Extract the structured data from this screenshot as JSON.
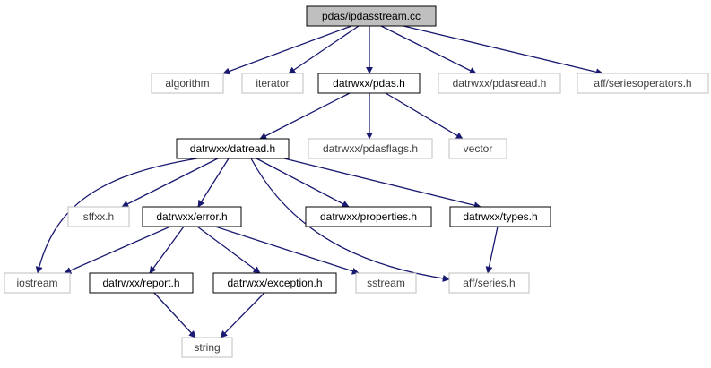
{
  "diagram": {
    "colors": {
      "edge": "#191970",
      "root_fill": "#bfbfbf",
      "local_border": "#000000",
      "system_border": "#bfbfbf",
      "system_text": "#3f3f3f",
      "text": "#000000"
    },
    "nodes": {
      "root": {
        "label": "pdas/ipdasstream.cc",
        "kind": "root"
      },
      "algorithm": {
        "label": "algorithm",
        "kind": "system"
      },
      "iterator": {
        "label": "iterator",
        "kind": "system"
      },
      "pdas_h": {
        "label": "datrwxx/pdas.h",
        "kind": "local"
      },
      "pdasread": {
        "label": "datrwxx/pdasread.h",
        "kind": "system"
      },
      "seriesops": {
        "label": "aff/seriesoperators.h",
        "kind": "system"
      },
      "datread": {
        "label": "datrwxx/datread.h",
        "kind": "local"
      },
      "pdasflags": {
        "label": "datrwxx/pdasflags.h",
        "kind": "system"
      },
      "vector": {
        "label": "vector",
        "kind": "system"
      },
      "sffxx": {
        "label": "sffxx.h",
        "kind": "system"
      },
      "error": {
        "label": "datrwxx/error.h",
        "kind": "local"
      },
      "properties": {
        "label": "datrwxx/properties.h",
        "kind": "local"
      },
      "types": {
        "label": "datrwxx/types.h",
        "kind": "local"
      },
      "iostream": {
        "label": "iostream",
        "kind": "system"
      },
      "report": {
        "label": "datrwxx/report.h",
        "kind": "local"
      },
      "exception": {
        "label": "datrwxx/exception.h",
        "kind": "local"
      },
      "sstream": {
        "label": "sstream",
        "kind": "system"
      },
      "series": {
        "label": "aff/series.h",
        "kind": "system"
      },
      "string": {
        "label": "string",
        "kind": "system"
      }
    },
    "edges": [
      [
        "root",
        "algorithm"
      ],
      [
        "root",
        "iterator"
      ],
      [
        "root",
        "pdas_h"
      ],
      [
        "root",
        "pdasread"
      ],
      [
        "root",
        "seriesops"
      ],
      [
        "pdas_h",
        "datread"
      ],
      [
        "pdas_h",
        "pdasflags"
      ],
      [
        "pdas_h",
        "vector"
      ],
      [
        "datread",
        "iostream"
      ],
      [
        "datread",
        "sffxx"
      ],
      [
        "datread",
        "error"
      ],
      [
        "datread",
        "properties"
      ],
      [
        "datread",
        "types"
      ],
      [
        "datread",
        "series"
      ],
      [
        "error",
        "iostream"
      ],
      [
        "error",
        "report"
      ],
      [
        "error",
        "exception"
      ],
      [
        "error",
        "sstream"
      ],
      [
        "types",
        "series"
      ],
      [
        "report",
        "string"
      ],
      [
        "exception",
        "string"
      ]
    ]
  }
}
